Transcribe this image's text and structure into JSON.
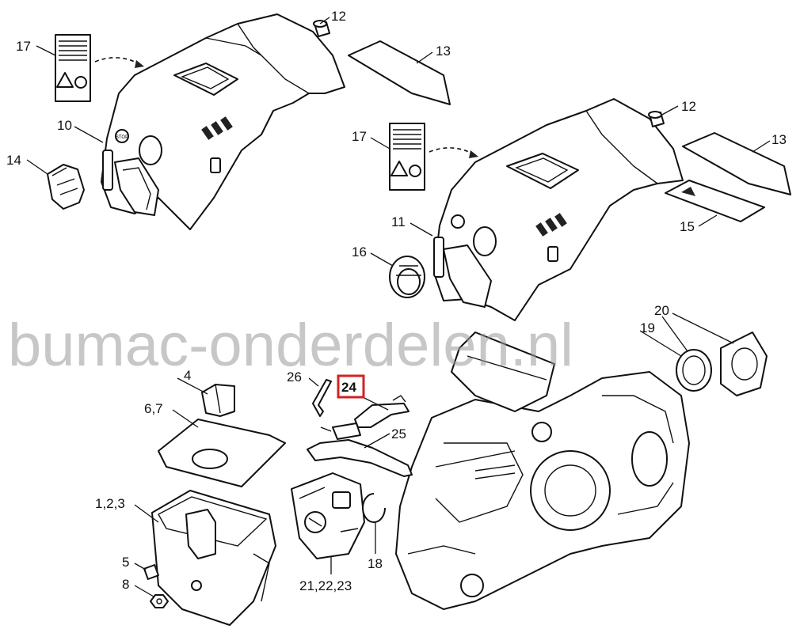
{
  "watermark": "bumac-onderdelen.nl",
  "highlight_color": "#d22222",
  "labels": {
    "p17a": "17",
    "p12a": "12",
    "p13a": "13",
    "p10": "10",
    "p14": "14",
    "p17b": "17",
    "p12b": "12",
    "p13b": "13",
    "p11": "11",
    "p15": "15",
    "p16": "16",
    "p20": "20",
    "p19": "19",
    "p4": "4",
    "p26": "26",
    "p24": "24",
    "p67": "6,7",
    "p25": "25",
    "p123": "1,2,3",
    "p18": "18",
    "p5": "5",
    "p8": "8",
    "p212223": "21,22,23"
  },
  "icon_text": {
    "stop": "STOP"
  }
}
